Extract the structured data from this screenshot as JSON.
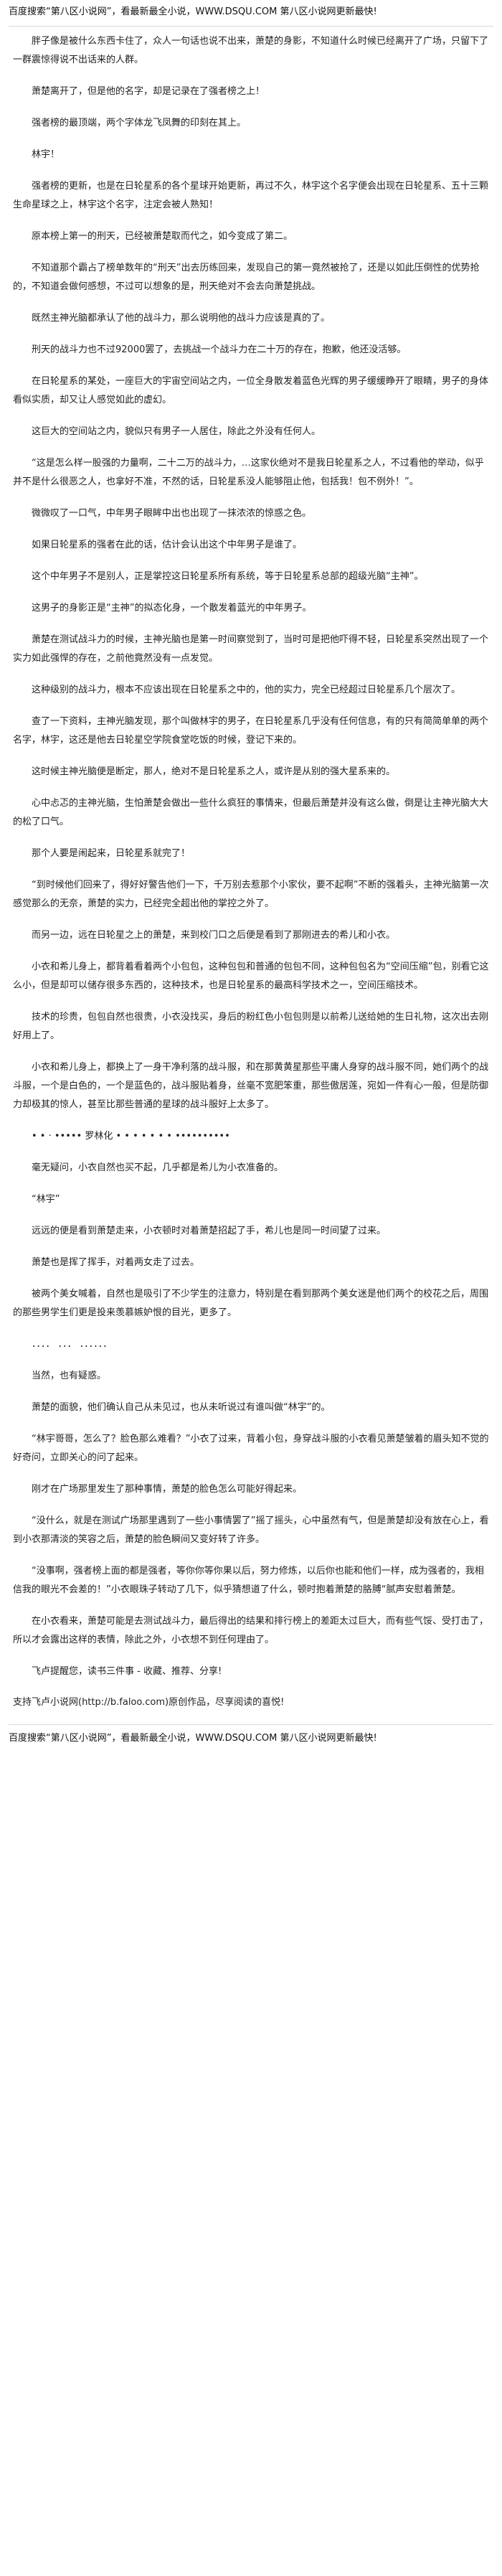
{
  "header": {
    "banner": "百度搜索“第八区小说网”，看最新最全小说，WWW.DSQU.COM  第八区小说网更新最快!"
  },
  "paragraphs": [
    "胖子像是被什么东西卡住了，众人一句话也说不出来，萧楚的身影，不知道什么时候已经离开了广场，只留下了一群震惊得说不出话来的人群。",
    "萧楚离开了，但是他的名字，却是记录在了强者榜之上！",
    "强者榜的最顶端，两个字体龙飞凤舞的印刻在其上。",
    "林宇！",
    "强者榜的更新，也是在日轮星系的各个星球开始更新，再过不久，林宇这个名字便会出现在日轮星系、五十三颗生命星球之上，林宇这个名字，注定会被人熟知！",
    "原本榜上第一的刑天，已经被萧楚取而代之，如今变成了第二。",
    "不知道那个霸占了榜单数年的“刑天”出去历练回来，发现自己的第一竟然被抢了，还是以如此压倒性的优势抢的，不知道会做何感想，不过可以想象的是，刑天绝对不会去向萧楚挑战。",
    "既然主神光脑都承认了他的战斗力，那么说明他的战斗力应该是真的了。",
    "刑天的战斗力也不过92000罢了，去挑战一个战斗力在二十万的存在，抱歉，他还没活够。",
    "在日轮星系的某处，一座巨大的宇宙空间站之内，一位全身散发着蓝色光辉的男子缓缓睁开了眼睛，男子的身体看似实质，却又让人感觉如此的虚幻。",
    "这巨大的空间站之内，貌似只有男子一人居住，除此之外没有任何人。",
    "“这是怎么样一股强的力量啊，二十二万的战斗力，…这家伙绝对不是我日轮星系之人，不过看他的举动，似乎并不是什么很恶之人，也拿好不准，不然的话，日轮星系没人能够阻止他，包括我！包不例外！”。",
    "微微叹了一口气，中年男子眼眸中出也出现了一抹浓浓的惊惑之色。",
    "如果日轮星系的强者在此的话，估计会认出这个中年男子是谁了。",
    "这个中年男子不是别人，正是掌控这日轮星系所有系统，等于日轮星系总部的超级光脑“主神”。",
    "这男子的身影正是“主神”的拟态化身，一个散发着蓝光的中年男子。",
    "萧楚在测试战斗力的时候，主神光脑也是第一时间察觉到了，当时可是把他吓得不轻，日轮星系突然出现了一个实力如此强悍的存在，之前他竟然没有一点发觉。",
    "这种级别的战斗力，根本不应该出现在日轮星系之中的，他的实力，完全已经超过日轮星系几个层次了。",
    "查了一下资料，主神光脑发现，那个叫做林宇的男子，在日轮星系几乎没有任何信息，有的只有简简单单的两个名字，林宇，这还是他去日轮星空学院食堂吃饭的时候，登记下来的。",
    "这时候主神光脑便是断定，那人，绝对不是日轮星系之人，或许是从别的强大星系来的。",
    "心中忐忑的主神光脑，生怕萧楚会做出一些什么疯狂的事情来，但最后萧楚并没有这么做，倒是让主神光脑大大的松了口气。",
    "那个人要是闹起来，日轮星系就完了！",
    "“到时候他们回来了，得好好警告他们一下，千万别去惹那个小家伙，要不起啊”不断的强着头，主神光脑第一次感觉那么的无奈，萧楚的实力，已经完全超出他的掌控之外了。",
    "而另一边，远在日轮星之上的萧楚，来到校门口之后便是看到了那刚进去的希儿和小衣。",
    "小衣和希儿身上，都背着看着两个小包包，这种包包和普通的包包不同，这种包包名为“空间压缩”包，别看它这么小，但是却可以储存很多东西的，这种技术，也是日轮星系的最高科学技术之一，空间压缩技术。",
    "技术的珍贵，包包自然也很贵，小衣没找买，身后的粉红色小包包则是以前希儿送给她的生日礼物，这次出去刚好用上了。",
    "小衣和希儿身上，都换上了一身干净利落的战斗服，和在那黄黄星那些平庸人身穿的战斗服不同，她们两个的战斗服，一个是白色的，一个是蓝色的，战斗服贴着身，丝毫不宽肥笨重，那些傲居莲，宛如一件有心一般，但是防御力却极其的惊人，甚至比那些普通的星球的战斗服好上太多了。",
    "•  •  ·  •••••  罗林化  •  •  •  •  •  •  •  ••••••••••",
    "毫无疑问，小衣自然也买不起，几乎都是希儿为小衣准备的。",
    "“林宇”",
    "远远的便是看到萧楚走来，小衣顿时对着萧楚招起了手，希儿也是同一时间望了过来。",
    "萧楚也是挥了挥手，对着两女走了过去。",
    "被两个美女喊着，自然也是吸引了不少学生的注意力，特别是在看到那两个美女迷是他们两个的校花之后，周围的那些男学生们更是投来羡慕嫉妒恨的目光，更多了。",
    "．．．． ．．． ．．．．．．",
    "当然，也有疑惑。",
    "萧楚的面貌，他们确认自己从未见过，也从未听说过有谁叫做“林宇”的。",
    "“林宇哥哥，怎么了？脸色那么难看？”小衣了过来，背着小包，身穿战斗服的小衣看见萧楚皱着的眉头知不觉的好奇问，立即关心的问了起来。",
    "刚才在广场那里发生了那种事情，萧楚的脸色怎么可能好得起来。",
    "“没什么，就是在测试广场那里遇到了一些小事情罢了”摇了摇头，心中虽然有气，但是萧楚却没有放在心上，看到小衣那清淡的笑容之后，萧楚的脸色瞬间又变好转了许多。",
    "“没事啊，强者榜上面的都是强者，等你你等你果以后，努力修炼，以后你也能和他们一样，成为强者的，我相信我的眼光不会差的！”小衣眼珠子转动了几下，似乎猜想道了什么，顿时抱着萧楚的胳膊“腻声安慰着萧楚。",
    "在小衣看来，萧楚可能是去测试战斗力，最后得出的结果和排行榜上的差距太过巨大，而有些气馁、受打击了，所以才会露出这样的表情，除此之外，小衣想不到任何理由了。",
    "飞卢提醒您，读书三件事 - 收藏、推荐、分享!"
  ],
  "footer": {
    "support_line": "支持飞卢小说网(http://b.faloo.com)原创作品，尽享阅读的喜悦!",
    "banner": "百度搜索“第八区小说网”，看最新最全小说，WWW.DSQU.COM  第八区小说网更新最快!"
  }
}
